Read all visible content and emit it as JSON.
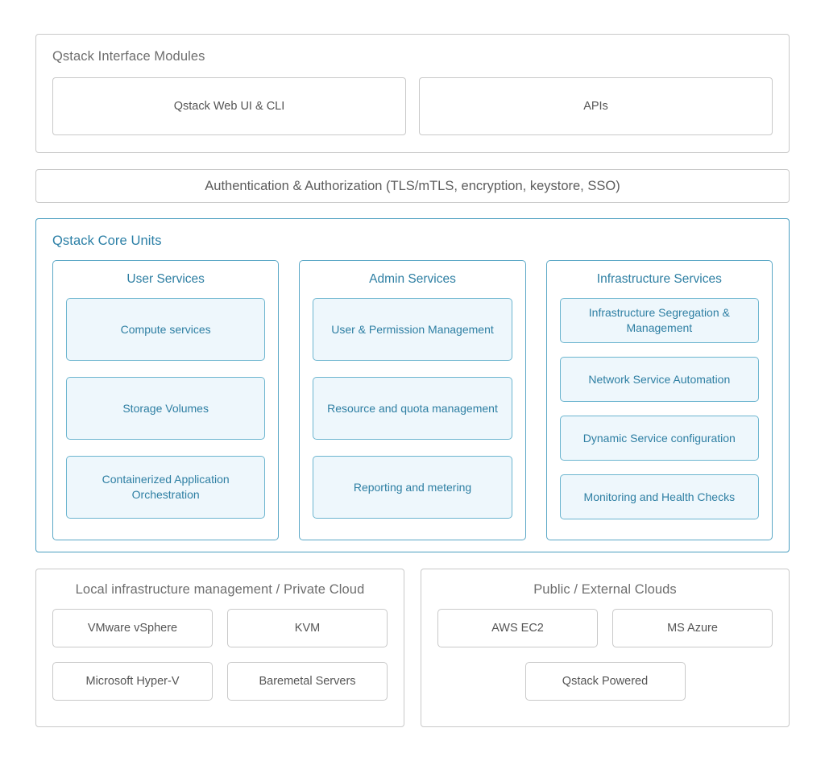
{
  "interface_modules": {
    "title": "Qstack Interface Modules",
    "tiles": [
      {
        "label": "Qstack Web UI & CLI"
      },
      {
        "label": "APIs"
      }
    ]
  },
  "auth_layer": {
    "label": "Authentication & Authorization (TLS/mTLS, encryption, keystore, SSO)"
  },
  "core_units": {
    "title": "Qstack Core Units",
    "columns": [
      {
        "title": "User Services",
        "cards": [
          {
            "label": "Compute services"
          },
          {
            "label": "Storage Volumes"
          },
          {
            "label": "Containerized Application Orchestration"
          }
        ]
      },
      {
        "title": "Admin Services",
        "cards": [
          {
            "label": "User & Permission Management"
          },
          {
            "label": "Resource and quota management"
          },
          {
            "label": "Reporting and metering"
          }
        ]
      },
      {
        "title": "Infrastructure Services",
        "cards": [
          {
            "label": "Infrastructure Segregation & Management"
          },
          {
            "label": "Network Service Automation"
          },
          {
            "label": "Dynamic Service configuration"
          },
          {
            "label": "Monitoring and Health Checks"
          }
        ]
      }
    ]
  },
  "infrastructure": {
    "local": {
      "title": "Local infrastructure management / Private Cloud",
      "tiles": [
        {
          "label": "VMware vSphere"
        },
        {
          "label": "KVM"
        },
        {
          "label": "Microsoft Hyper-V"
        },
        {
          "label": "Baremetal Servers"
        }
      ]
    },
    "public": {
      "title": "Public / External Clouds",
      "tiles": [
        {
          "label": "AWS EC2"
        },
        {
          "label": "MS Azure"
        },
        {
          "label": "Qstack Powered"
        }
      ]
    }
  },
  "colors": {
    "accent_teal": "#2e7fa3",
    "border_teal": "#5aa7c6",
    "card_fill": "#eef7fc",
    "border_grey": "#c9c9c9",
    "text_grey": "#5c5c5c",
    "background": "#ffffff"
  }
}
